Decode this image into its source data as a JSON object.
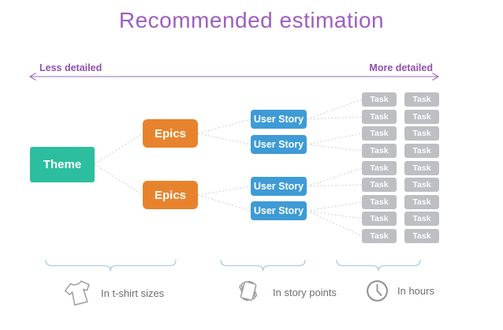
{
  "title": "Recommended estimation",
  "axis": {
    "left_label": "Less detailed",
    "right_label": "More detailed"
  },
  "diagram": {
    "theme_label": "Theme",
    "epics": [
      {
        "label": "Epics"
      },
      {
        "label": "Epics"
      }
    ],
    "user_stories": [
      {
        "label": "User Story"
      },
      {
        "label": "User Story"
      },
      {
        "label": "User Story"
      },
      {
        "label": "User Story"
      }
    ],
    "task_label": "Task",
    "task_grid": {
      "rows": 9,
      "columns": 2
    }
  },
  "legend": {
    "items": [
      {
        "icon": "tshirt-icon",
        "label": "In t-shirt sizes"
      },
      {
        "icon": "cards-icon",
        "label": "In story points"
      },
      {
        "icon": "clock-icon",
        "label": "In hours"
      }
    ]
  },
  "colors": {
    "title_purple": "#9D5FC0",
    "axis_purple": "#9150B0",
    "arrow_purple": "#9B6BBD",
    "theme_green": "#2CBE9E",
    "epic_orange": "#E8832D",
    "story_blue": "#3E9BD6",
    "task_gray": "#BDBFC2",
    "connector_gray": "#CFCFCF",
    "brace_blue": "#ABCBEA",
    "icon_gray": "#9C9C9C",
    "legend_text_gray": "#6F6F6F"
  }
}
